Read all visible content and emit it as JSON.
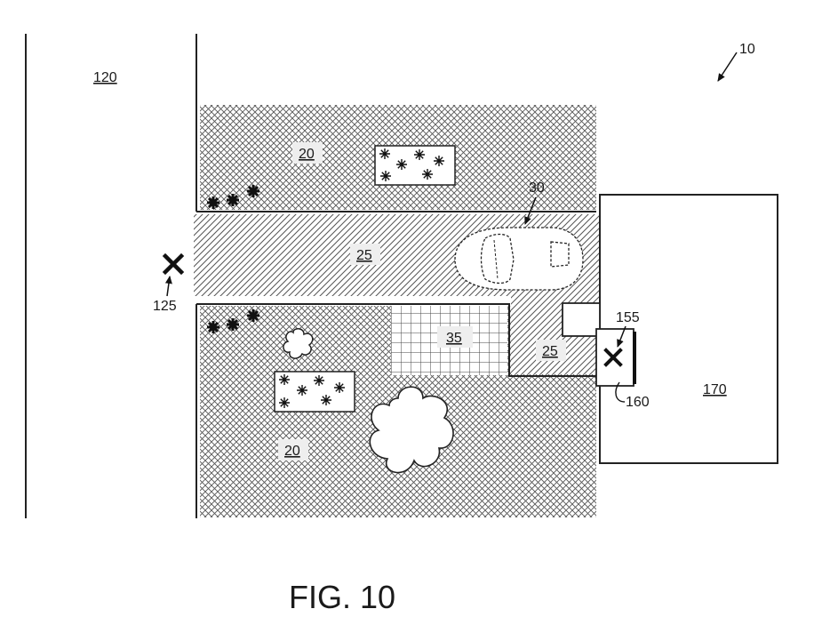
{
  "figure": {
    "caption": "FIG. 10",
    "ref_system": "10"
  },
  "regions": {
    "street_ref": "120",
    "lawn_upper_ref": "20",
    "lawn_lower_ref": "20",
    "driveway_ref": "25",
    "walkway_ref": "25",
    "patio_ref": "35",
    "house_ref": "170"
  },
  "callouts": {
    "vehicle_ref": "30",
    "target_point_ref": "125",
    "door_point_ref": "155",
    "door_ref": "160"
  },
  "icons": [
    "x-mark-icon",
    "flower-icon",
    "tree-icon",
    "shrub-icon",
    "car-icon",
    "arrow-icon"
  ]
}
